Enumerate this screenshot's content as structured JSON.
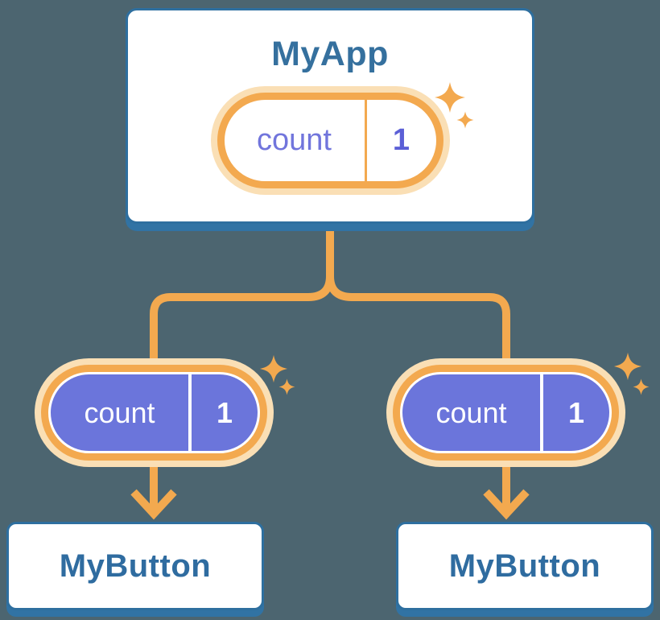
{
  "colors": {
    "background": "#4C6570",
    "card_bg": "#FFFFFF",
    "card_border": "#2E6F9F",
    "card_shadow": "#3173A4",
    "title_text": "#35709E",
    "button_text": "#2F6CA0",
    "accent_orange": "#F3A94F",
    "accent_orange_halo": "#FADFB5",
    "state_purple": "#6B75DB",
    "state_label_purple": "#7175DC",
    "state_value_purple": "#5B5FD6",
    "white": "#FFFFFF"
  },
  "nodes": {
    "app": {
      "title": "MyApp",
      "state": {
        "label": "count",
        "value": "1"
      }
    },
    "button_left": {
      "title": "MyButton",
      "prop": {
        "label": "count",
        "value": "1"
      }
    },
    "button_right": {
      "title": "MyButton",
      "prop": {
        "label": "count",
        "value": "1"
      }
    }
  },
  "edges": [
    {
      "from": "MyApp",
      "to": "MyButton (left)",
      "type": "arrow"
    },
    {
      "from": "MyApp",
      "to": "MyButton (right)",
      "type": "arrow"
    }
  ],
  "icons": {
    "sparkle": "sparkle-icon"
  }
}
